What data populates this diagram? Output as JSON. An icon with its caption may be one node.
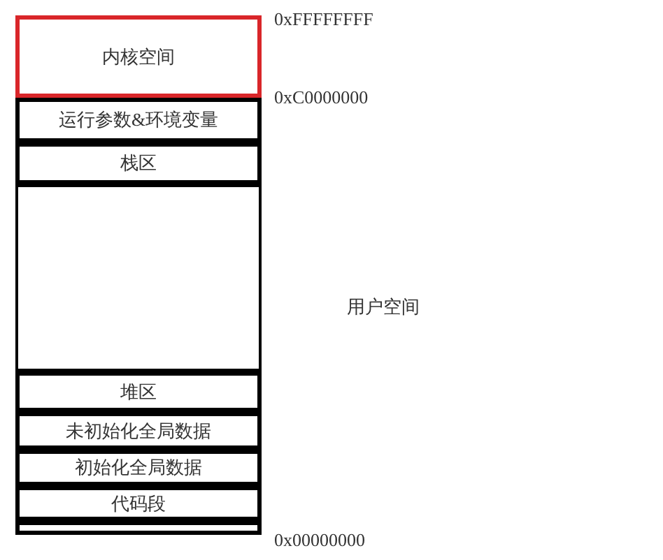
{
  "diagram": {
    "nodes": [
      {
        "text": [
          "内核空间"
        ]
      },
      {
        "text": [
          "运行参数&环境变量"
        ]
      },
      {
        "text": [
          "栈区"
        ]
      },
      {
        "text": [],
        "shape": "box"
      },
      {
        "text": [
          "堆区"
        ]
      },
      {
        "text": [
          "未初始化全局数据"
        ]
      },
      {
        "text": [
          "初始化全局数据"
        ]
      },
      {
        "text": [
          "代码段"
        ]
      },
      {
        "text": [],
        "shape": "box"
      }
    ],
    "labels": [
      "0xFFFFFFFF",
      "0xC0000000",
      "用户空间",
      "0x00000000"
    ]
  }
}
